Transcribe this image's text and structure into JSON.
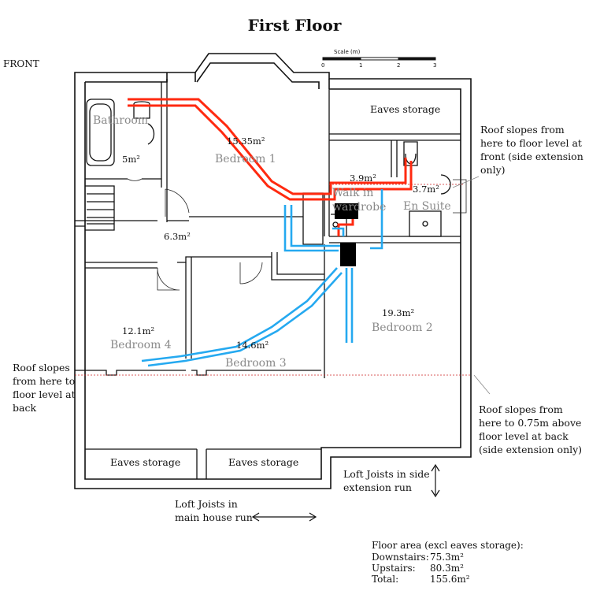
{
  "title": "First Floor",
  "orientation_label": "FRONT",
  "scale": {
    "label": "Scale (m)",
    "ticks": [
      "0",
      "1",
      "2",
      "3"
    ]
  },
  "rooms": {
    "bathroom": {
      "name": "Bathroom",
      "area": "5m²"
    },
    "bedroom1": {
      "name": "Bedroom 1",
      "area": "15.35m²"
    },
    "walkin": {
      "name": "Walk in wardrobe",
      "area": "3.9m²"
    },
    "ensuite": {
      "name": "En Suite",
      "area": "3.7m²"
    },
    "landing": {
      "area": "6.3m²"
    },
    "bedroom4": {
      "name": "Bedroom 4",
      "area": "12.1m²"
    },
    "bedroom3": {
      "name": "Bedroom 3",
      "area": "14.6m²"
    },
    "bedroom2": {
      "name": "Bedroom 2",
      "area": "19.3m²"
    }
  },
  "eaves_storage": [
    "Eaves storage",
    "Eaves storage",
    "Eaves storage"
  ],
  "notes": {
    "roof_front": "Roof slopes from here to floor level at front (side extension only)",
    "roof_back_left": "Roof slopes from here to floor level at back",
    "roof_back_right": "Roof slopes from here to 0.75m above floor level at back (side extension only)",
    "joists_side": "Loft Joists in side extension run",
    "joists_main": "Loft Joists in main house run"
  },
  "summary": {
    "heading": "Floor area (excl eaves storage):",
    "rows": [
      {
        "label": "Downstairs:",
        "value": "75.3m²"
      },
      {
        "label": "Upstairs:",
        "value": "80.3m²"
      },
      {
        "label": "Total:",
        "value": "155.6m²"
      }
    ]
  },
  "colors": {
    "hot_pipe": "#ff2a10",
    "cold_pipe": "#25a9f0",
    "wall": "#111111",
    "room_label": "#8a8a8a",
    "slope_line": "#cc2222"
  }
}
